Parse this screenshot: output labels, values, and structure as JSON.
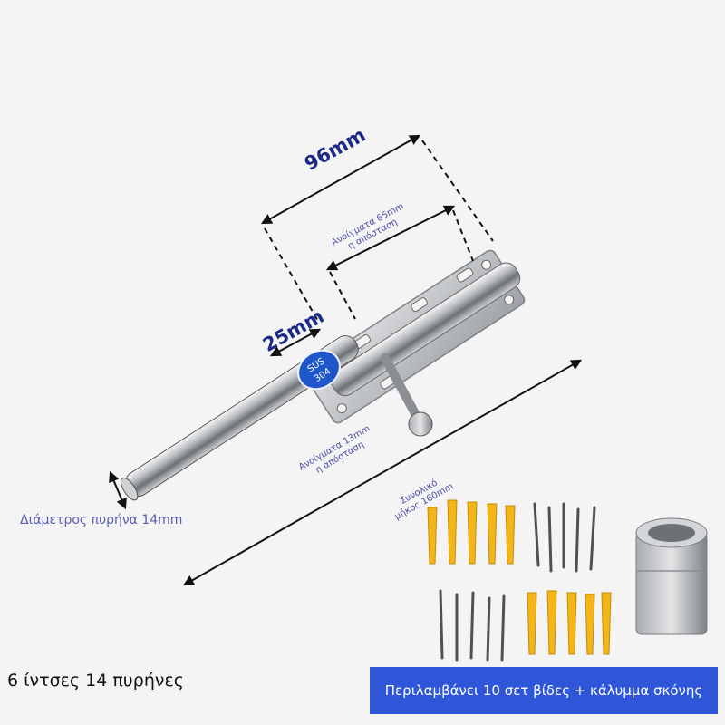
{
  "dimensions": {
    "width_label": "96mm",
    "offset_label": "25mm",
    "hole_spacing_large": [
      "Ανοίγματα 65mm",
      "η απόσταση"
    ],
    "hole_spacing_small": [
      "Ανοίγματα 13mm",
      "η απόσταση"
    ],
    "total_length": [
      "Συνολικό",
      "μήκος 160mm"
    ],
    "core_diameter": "Διάμετρος πυρήνα 14mm"
  },
  "badge": {
    "line1": "SUS",
    "line2": "304"
  },
  "footer": {
    "left_text": "6 ίντσες 14 πυρήνες",
    "banner_text": "Περιλαμβάνει 10 σετ βίδες + κάλυμμα σκόνης"
  },
  "colors": {
    "dimension_text": "#1d2b86",
    "note_text": "#4a4fa6",
    "banner": "#2f56d9",
    "anchor": "#f2b51a",
    "steel": "#b9bcc0"
  },
  "icons": {
    "product": "stainless-steel-door-bolt",
    "accessories": [
      "wall-anchor-icon",
      "screw-icon",
      "dust-cover-icon"
    ]
  }
}
